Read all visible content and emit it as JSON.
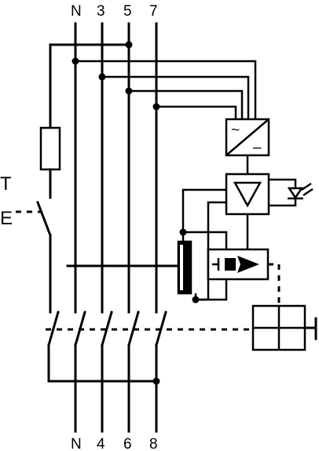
{
  "terminals_top": [
    "N",
    "3",
    "5",
    "7"
  ],
  "terminals_bottom": [
    "N",
    "4",
    "6",
    "8"
  ],
  "test_button": [
    "T",
    "E"
  ],
  "converter_symbols": {
    "ac": "~",
    "dc": "–"
  },
  "colors": {
    "line": "#000000",
    "background": "#ffffff"
  }
}
